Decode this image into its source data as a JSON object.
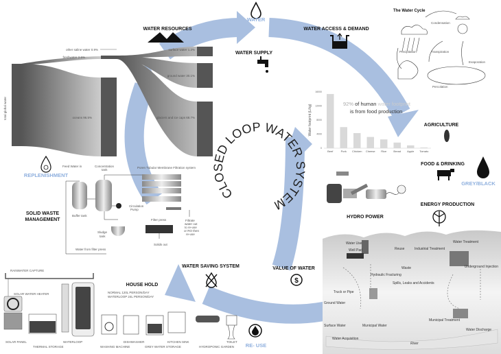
{
  "colors": {
    "loop": "#a9bfe0",
    "accent_text": "#8fb0de",
    "bar": "#595959",
    "chart_bar": "#d9d9d9"
  },
  "center_title": "CLOSED LOOP WATER SYSTEM",
  "top": {
    "water": "WATER",
    "water_supply": "WATER SUPPLY",
    "water_access": "WATER ACCESS & DEMAND",
    "water_resources": "WATER RESOURCES"
  },
  "sankey": {
    "axis": "total global water",
    "other_saline": "other saline water 0.9%",
    "freshwater": "freshwater 2.5%",
    "oceans": "oceans 96.5%",
    "surface": "surface water 1.2%",
    "ground": "ground water 30.1%",
    "glaciers": "glaciers and ice caps 68.7%"
  },
  "water_cycle": {
    "title": "The Water Cycle",
    "condensation": "Condensation",
    "precipitation": "Precipitation",
    "transpiration": "Transpiration",
    "evaporation": "Evaporation",
    "percolation": "Percolation"
  },
  "chart_data": {
    "type": "bar",
    "ylabel": "Water footprint (L/kg)",
    "ylim": [
      0,
      16000
    ],
    "yticks": [
      "0",
      "4000",
      "8000",
      "12000",
      "16000"
    ],
    "categories": [
      "Beef",
      "Pork",
      "Chicken",
      "Cheese",
      "Rice",
      "Bread",
      "Apple",
      "Tomato"
    ],
    "values": [
      15400,
      6000,
      4300,
      3200,
      2500,
      1600,
      800,
      200
    ],
    "annotation_pct": "92%",
    "annotation_1": "of human",
    "annotation_2": "water footprint",
    "annotation_3": "is from food production"
  },
  "right": {
    "agriculture": "AGRICULTURE",
    "food": "FOOD & DRINKING",
    "grey_black": "GREY/BLACK",
    "energy": "ENERGY PRODUCTION",
    "hydro": "HYDRO POWER",
    "value": "VALUE OF WATER"
  },
  "map": {
    "water_use": "Water Use",
    "well_pad": "Well Pad",
    "reuse": "Reuse",
    "waste": "Waste",
    "hydraulic": "Hydraulic Fracturing",
    "spills": "Spills, Leaks and Accidents",
    "industrial": "Industrial Treatment",
    "water_treatment": "Water Treatment",
    "underground": "Underground Injection",
    "truck": "Truck or Pipe",
    "ground_water": "Ground Water",
    "surface_water": "Surface Water",
    "municipal_water": "Municipal Water",
    "municipal_treatment": "Municipal Treatment",
    "acquisition": "Water Acquisition",
    "discharge": "Water Discharge",
    "river": "River"
  },
  "filtration": {
    "replenishment": "REPLENISHMENT",
    "solid_waste_1": "SOLID WASTE",
    "solid_waste_2": "MANAGEMENT",
    "feed": "Feed Water in",
    "conc_1": "Concentration",
    "conc_2": "tank",
    "membrane": "Poren Tubular Membrane Filtration system",
    "buffer": "Buffer tank",
    "pump_1": "Circulation",
    "pump_2": "Pump",
    "filter_press": "Filter press",
    "sludge_1": "Sludge",
    "sludge_2": "tank",
    "solids": "Solids out",
    "filtrate_1": "Filtrate",
    "filtrate_2": "water out",
    "filtrate_3": "to re-use",
    "filtrate_4": "or RO then",
    "filtrate_5": "re-use",
    "from_press": "Water from filter press"
  },
  "household": {
    "title": "HOUSE HOLD",
    "normal": "NORMAL 120L PERSON/DAY",
    "waterloop": "WATERLOOP 24L PERSON/DAY",
    "rainwater": "RAINWATER CAPTURE",
    "solar_heater": "SOLAR WATER HEATER",
    "saving": "WATER SAVING SYSTEM",
    "reuse": "RE- USE",
    "items": [
      "SOLAR PANEL",
      "THERMAL STORAGE",
      "WATERLOOP",
      "WASHING MACHINE",
      "DISHWASHER",
      "GREY WATER STORAGE",
      "KITCHEN SINK",
      "HYDROPONIC GARDEN",
      "TOILET"
    ]
  }
}
